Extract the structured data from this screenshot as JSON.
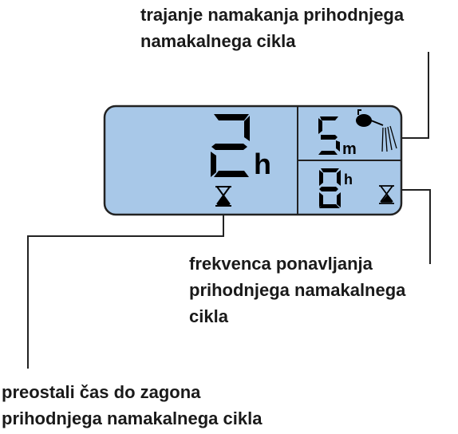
{
  "captions": {
    "duration": [
      "trajanje namakanja prihodnjega",
      "namakalnega cikla"
    ],
    "frequency": [
      "frekvenca ponavljanja",
      "prihodnjega namakalnega",
      "cikla"
    ],
    "remaining": [
      "preostali čas do zagona",
      "prihodnjega namakalnega cikla"
    ]
  },
  "display": {
    "main_value": "2",
    "main_unit": "h",
    "duration_value": "5",
    "duration_unit": "m",
    "frequency_value": "8",
    "frequency_unit": "h",
    "icons": [
      "hourglass-icon",
      "watering-can-icon"
    ]
  },
  "colors": {
    "lcd_background": "#a8c8e8",
    "lcd_border": "#222222",
    "leader_line": "#222222",
    "text": "#1a1a1a"
  }
}
